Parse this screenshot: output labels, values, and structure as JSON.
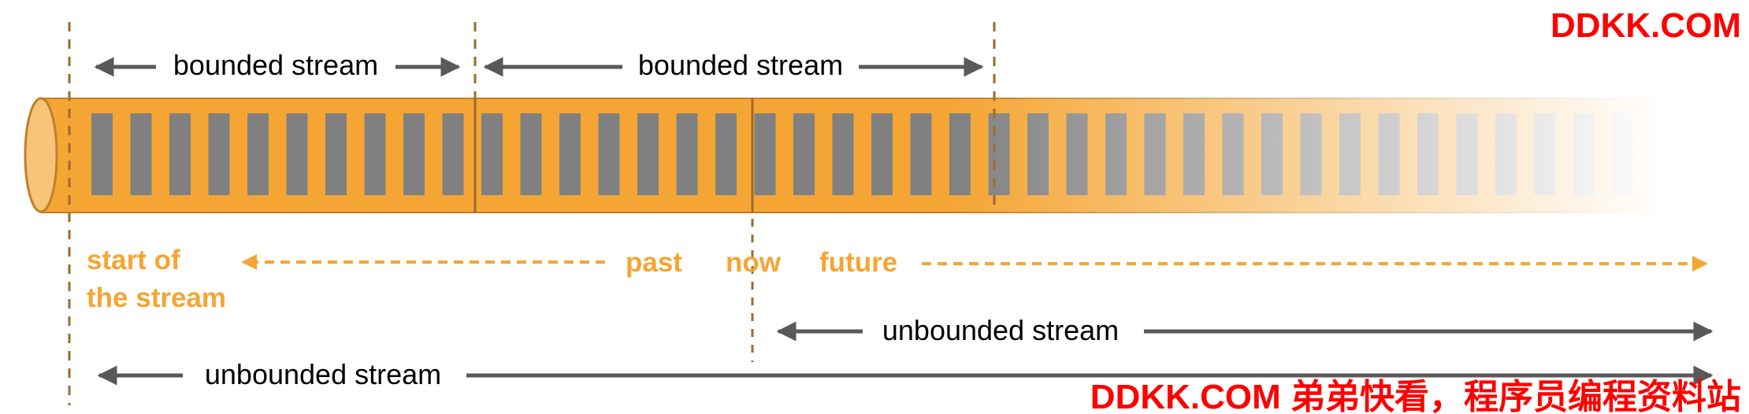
{
  "watermark_top": "DDKK.COM",
  "watermark_bottom": "DDKK.COM 弟弟快看，程序员编程资料站",
  "labels": {
    "bounded_1": "bounded stream",
    "bounded_2": "bounded stream",
    "start_line1": "start of",
    "start_line2": "the stream",
    "past": "past",
    "now": "now",
    "future": "future",
    "unbounded_now": "unbounded stream",
    "unbounded_start": "unbounded stream"
  },
  "colors": {
    "pipe": "#f5a533",
    "pipe_dark": "#c0802a",
    "bar": "#808080",
    "orange_text": "#f5a533",
    "dark_arrow": "#595959",
    "dashed_marker": "#9e6a2f",
    "watermark": "#ff0000"
  }
}
